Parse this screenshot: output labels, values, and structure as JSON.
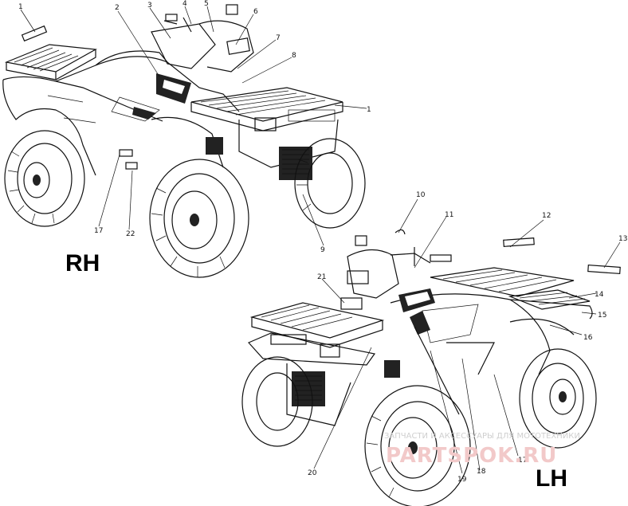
{
  "views": {
    "rh": {
      "label": "RH"
    },
    "lh": {
      "label": "LH"
    }
  },
  "callouts": {
    "rh": [
      "1",
      "2",
      "3",
      "4",
      "5",
      "6",
      "7",
      "8",
      "1",
      "9",
      "17",
      "22"
    ],
    "lh": [
      "10",
      "11",
      "12",
      "13",
      "14",
      "15",
      "16",
      "21",
      "20",
      "19",
      "18",
      "17"
    ]
  },
  "watermark": {
    "text_top": "ЗАПЧАСТИ И АКСЕССУАРЫ ДЛЯ МОТОТЕХНИКИ",
    "text_main": "PARTSPOK.RU"
  },
  "colors": {
    "line": "#111111",
    "watermark": "#f2c9c9"
  }
}
